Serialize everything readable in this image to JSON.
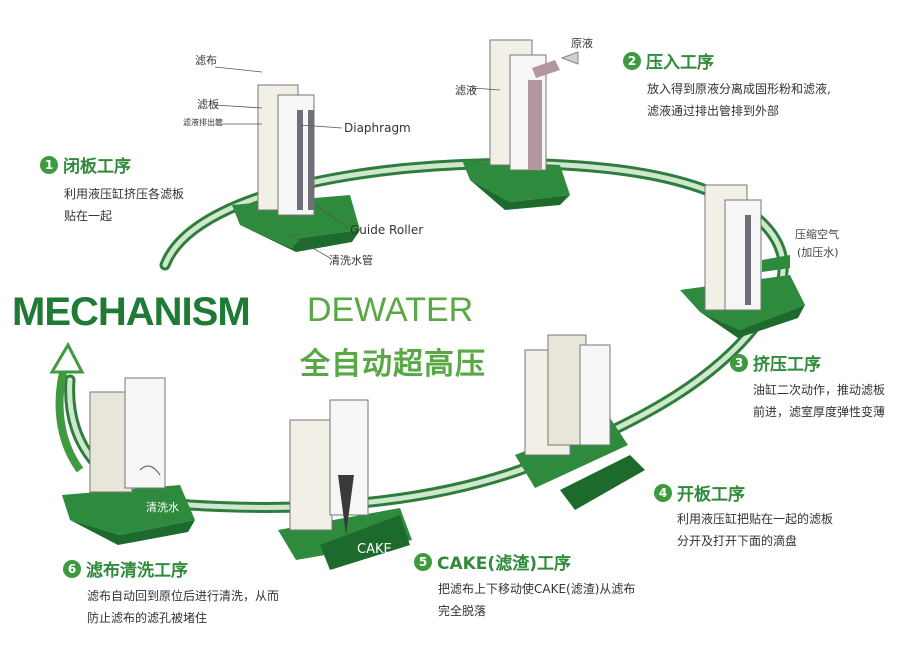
{
  "heading": {
    "mechanism": "MECHANISM",
    "dewater": "DEWATER",
    "full_auto": "全自动超高压"
  },
  "steps": [
    {
      "num": "1",
      "title": "闭板工序",
      "desc": [
        "利用液压缸挤压各滤板",
        "贴在一起"
      ]
    },
    {
      "num": "2",
      "title": "压入工序",
      "desc": [
        "放入得到原液分离成固形粉和滤液,",
        "滤液通过排出管排到外部"
      ]
    },
    {
      "num": "3",
      "title": "挤压工序",
      "desc": [
        "油缸二次动作，推动滤板",
        "前进，滤室厚度弹性变薄"
      ]
    },
    {
      "num": "4",
      "title": "开板工序",
      "desc": [
        "利用液压缸把贴在一起的滤板",
        "分开及打开下面的滴盘"
      ]
    },
    {
      "num": "5",
      "title": "CAKE(滤渣)工序",
      "desc": [
        "把滤布上下移动使CAKE(滤渣)从滤布",
        "完全脱落"
      ]
    },
    {
      "num": "6",
      "title": "滤布清洗工序",
      "desc": [
        "滤布自动回到原位后进行清洗，从而",
        "防止滤布的滤孔被堵住"
      ]
    }
  ],
  "labels": {
    "filter_cloth": "滤布",
    "filter_plate": "滤板",
    "drain_pipe": "滤液排出管",
    "diaphragm": "Diaphragm",
    "guide_roller": "Guide Roller",
    "wash_pipe": "清洗水管",
    "raw_liquid": "原液",
    "filtrate": "滤液",
    "compressed_air_1": "压缩空气",
    "compressed_air_2": "(加压水)",
    "cake": "CAKE",
    "wash_water": "清洗水"
  },
  "colors": {
    "green_dark": "#1e7a35",
    "green_step": "#3f9a3f",
    "green_base": "#2f8a3a",
    "light_green": "#5aa845"
  }
}
